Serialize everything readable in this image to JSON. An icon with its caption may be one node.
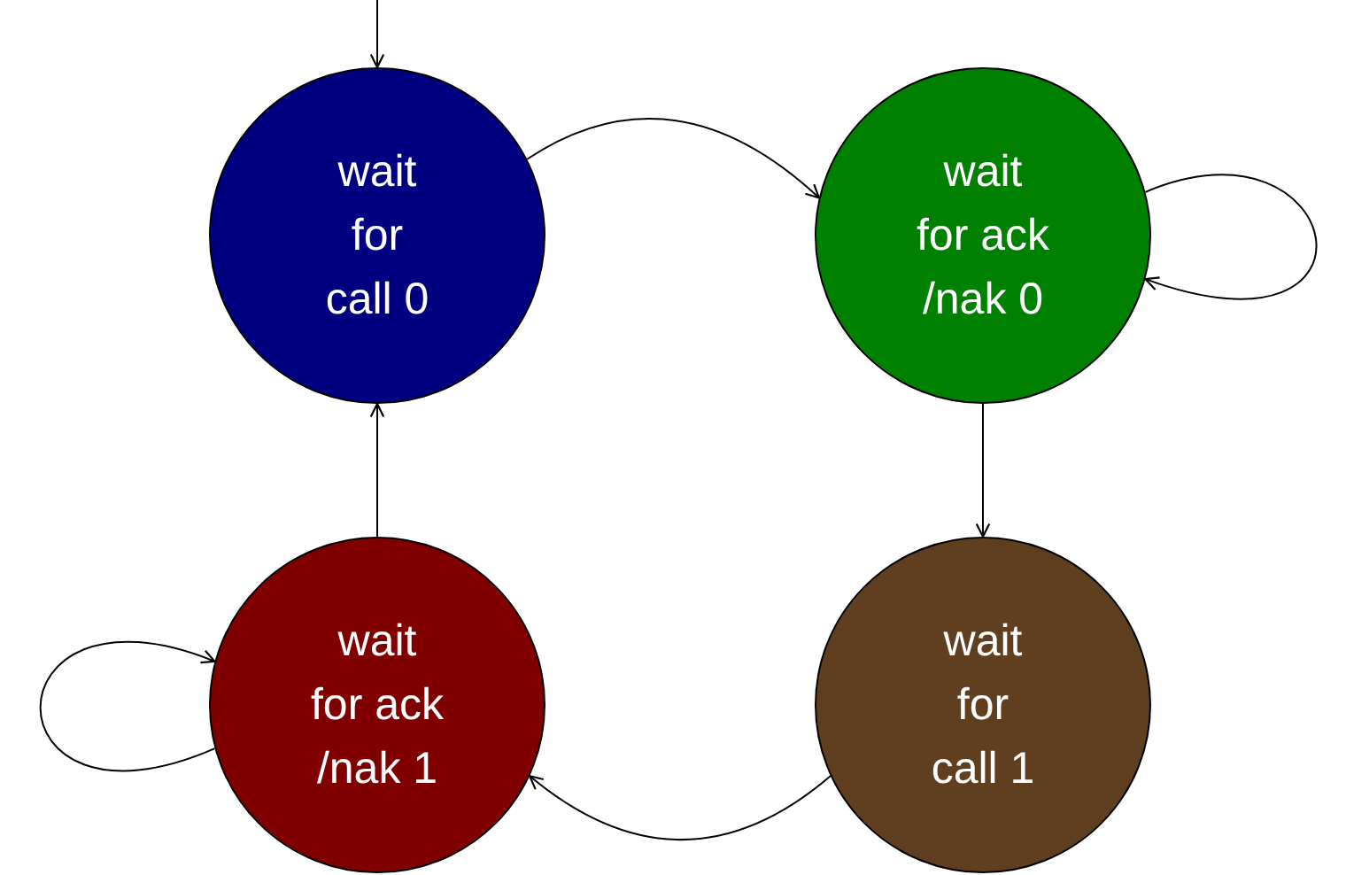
{
  "diagram": {
    "nodes": [
      {
        "text": [
          "wait for call 0"
        ]
      },
      {
        "text": [
          "wait for ack /nak 0"
        ]
      },
      {
        "text": [
          "wait for ack /nak 1"
        ]
      },
      {
        "text": [
          "wait for call 1"
        ]
      }
    ],
    "edges": [
      {
        "from": null,
        "to": 0,
        "arrow": "to"
      },
      {
        "from": 0,
        "to": 1,
        "arrow": "to"
      },
      {
        "from": 1,
        "to": 1,
        "arrow": "to"
      },
      {
        "from": 1,
        "to": 3,
        "arrow": "to"
      },
      {
        "from": 3,
        "to": 2,
        "arrow": "to"
      },
      {
        "from": 2,
        "to": 2,
        "arrow": "to"
      },
      {
        "from": 2,
        "to": 0,
        "arrow": "to"
      }
    ]
  }
}
